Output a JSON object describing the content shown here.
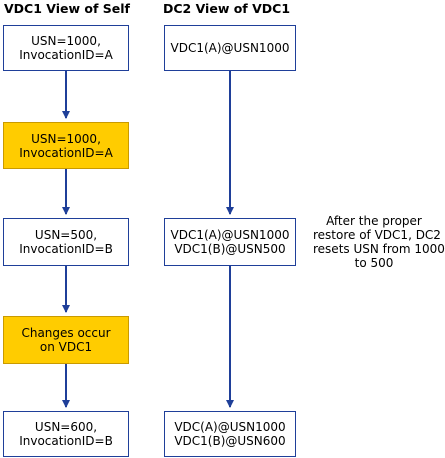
{
  "titles": {
    "left": "VDC1 View of Self",
    "right": "DC2 View of VDC1"
  },
  "left_boxes": [
    {
      "lines": [
        "USN=1000,",
        "InvocationID=A"
      ],
      "highlight": false
    },
    {
      "lines": [
        "USN=1000,",
        "InvocationID=A"
      ],
      "highlight": true
    },
    {
      "lines": [
        "USN=500,",
        "InvocationID=B"
      ],
      "highlight": false
    },
    {
      "lines": [
        "Changes occur",
        "on VDC1"
      ],
      "highlight": true
    },
    {
      "lines": [
        "USN=600,",
        "InvocationID=B"
      ],
      "highlight": false
    }
  ],
  "right_boxes": [
    {
      "lines": [
        "VDC1(A)@USN1000"
      ]
    },
    {
      "lines": [
        "VDC1(A)@USN1000",
        "VDC1(B)@USN500"
      ]
    },
    {
      "lines": [
        "VDC(A)@USN1000",
        "VDC1(B)@USN600"
      ]
    }
  ],
  "note": {
    "lines": [
      "After the proper",
      "restore of VDC1, DC2",
      "resets USN from 1000",
      "to 500"
    ]
  },
  "colors": {
    "arrow": "#1f3f99",
    "box_border": "#1f3f99",
    "highlight_fill": "#ffcc00"
  }
}
